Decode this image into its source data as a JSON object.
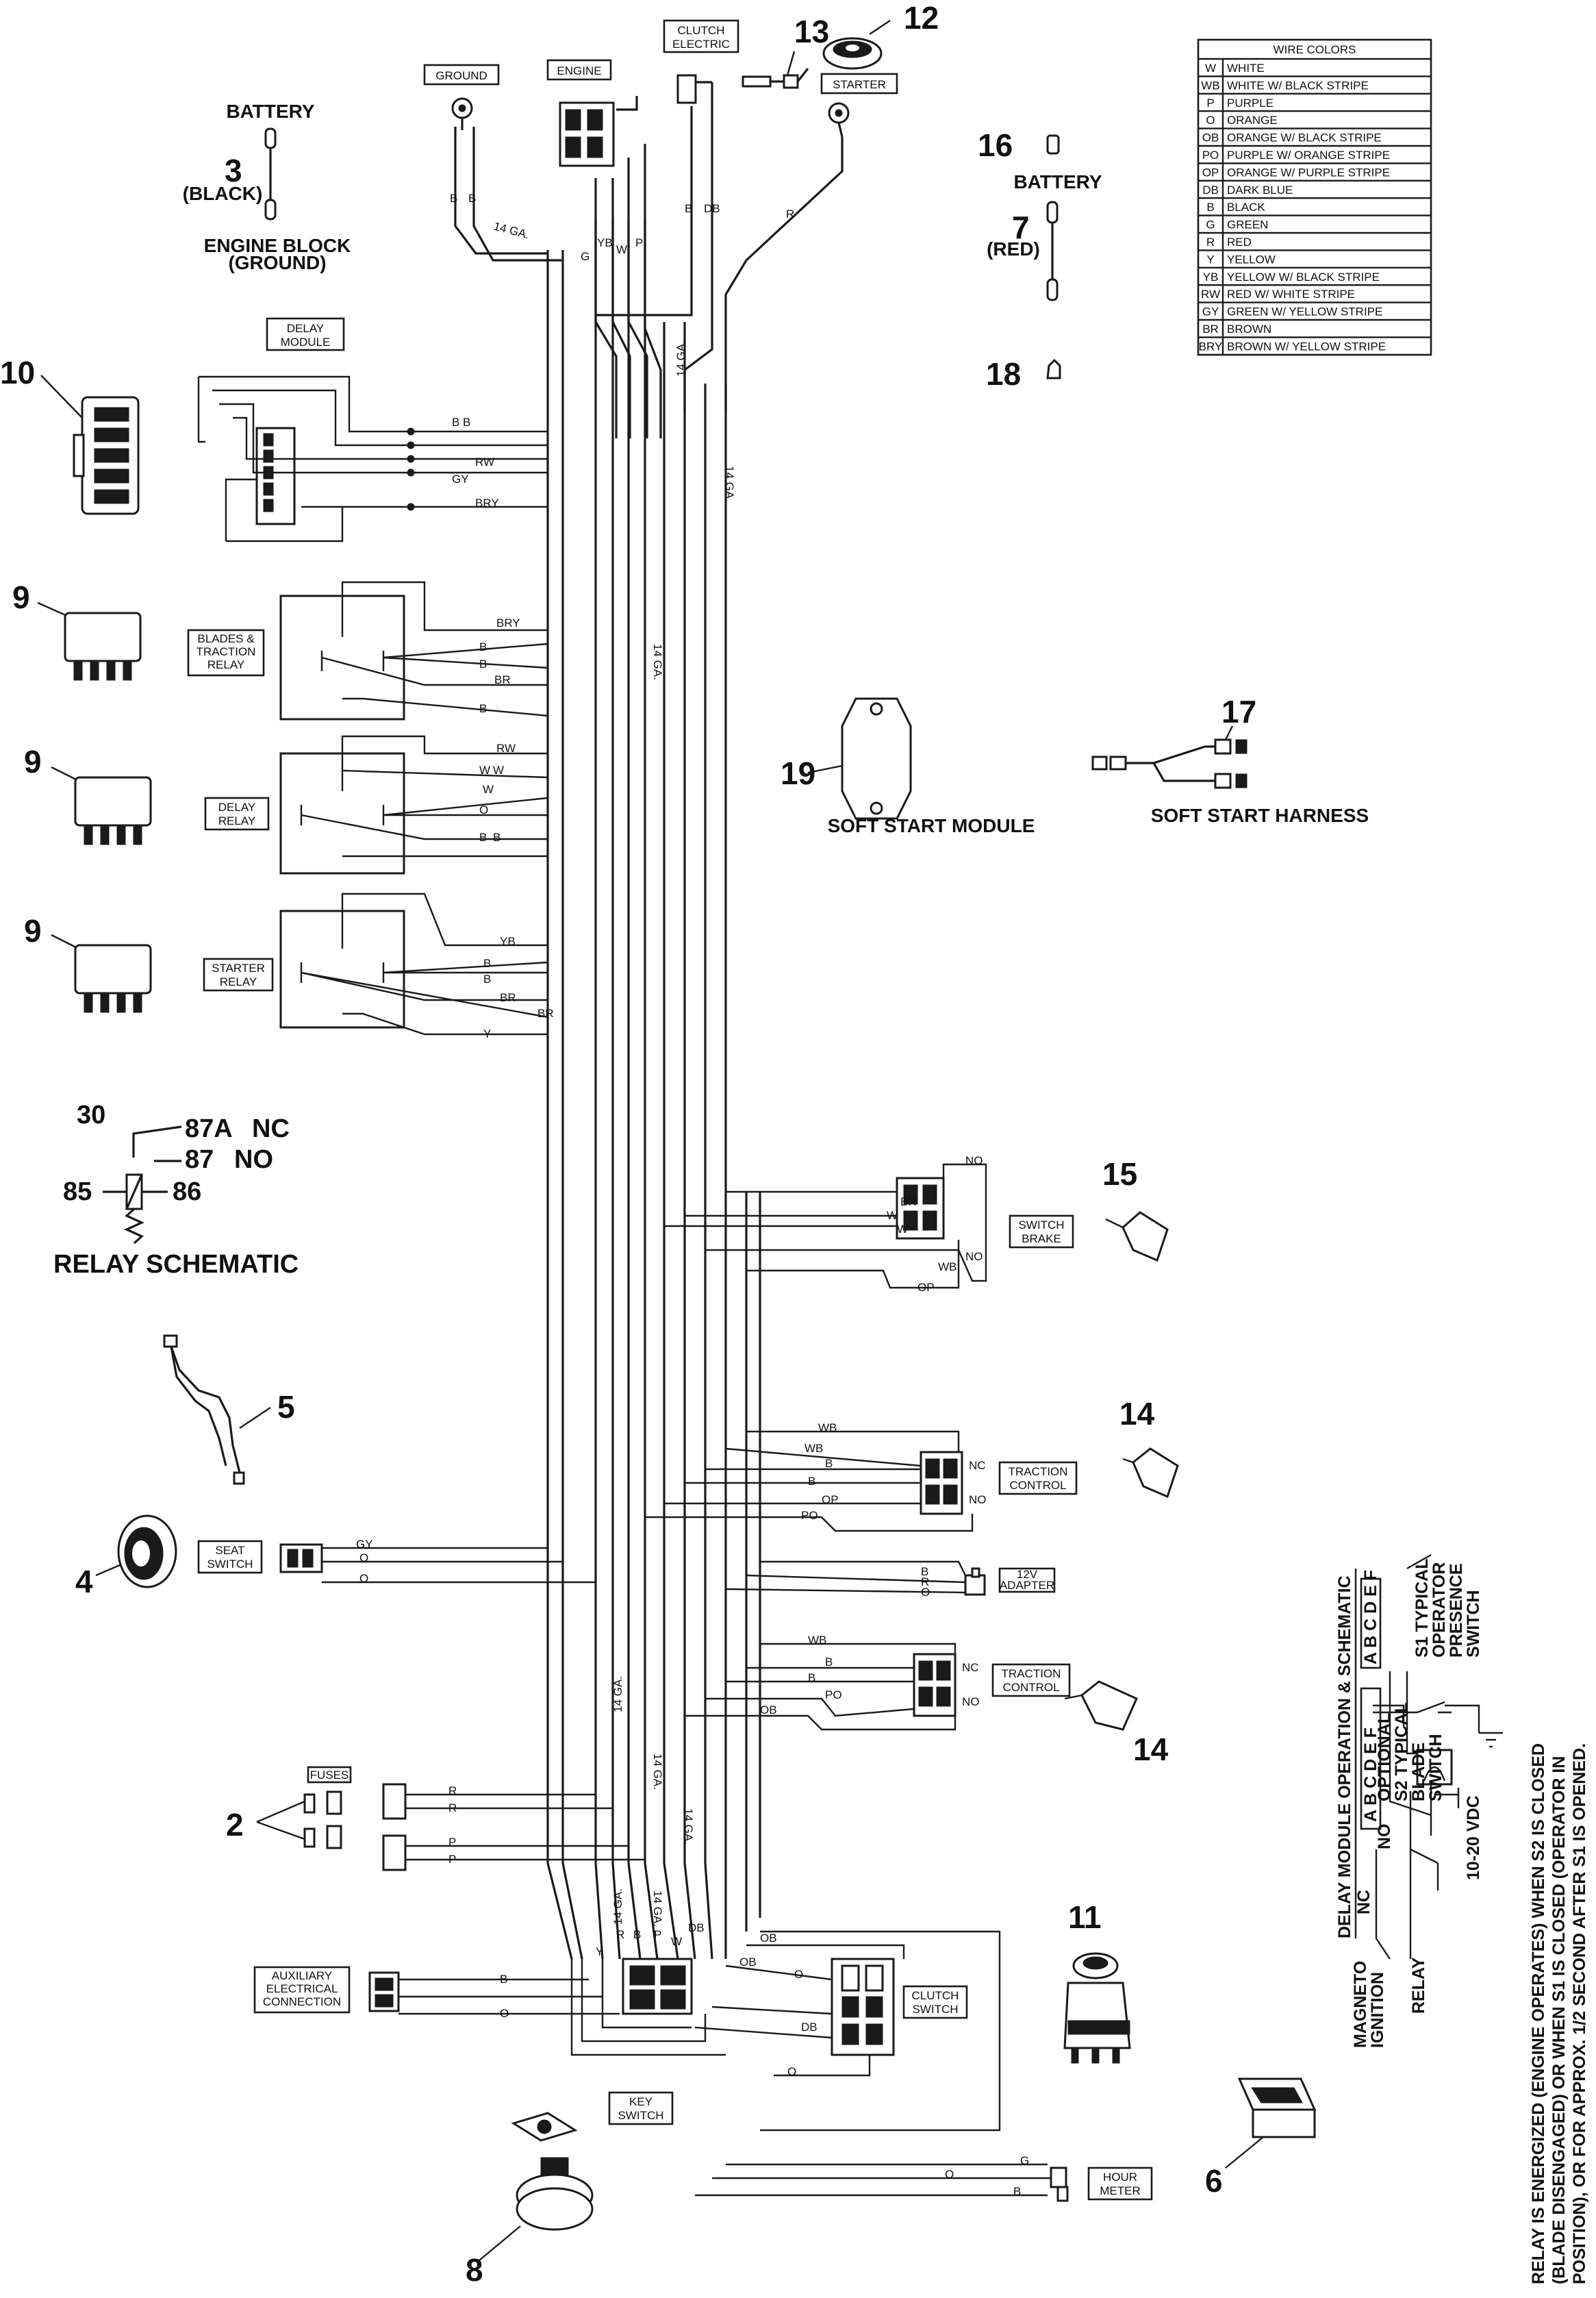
{
  "labels": {
    "ground": "GROUND",
    "engine": "ENGINE",
    "clutch_electric": [
      "CLUTCH",
      "ELECTRIC"
    ],
    "starter": "STARTER",
    "delay_module": [
      "DELAY",
      "MODULE"
    ],
    "blades_traction_relay": [
      "BLADES &",
      "TRACTION",
      "RELAY"
    ],
    "delay_relay": [
      "DELAY",
      "RELAY"
    ],
    "starter_relay": [
      "STARTER",
      "RELAY"
    ],
    "switch_brake": [
      "SWITCH",
      "BRAKE"
    ],
    "traction_control": [
      "TRACTION",
      "CONTROL"
    ],
    "adapter_12v": [
      "12V",
      "ADAPTER"
    ],
    "seat_switch": [
      "SEAT",
      "SWITCH"
    ],
    "fuses": "FUSES",
    "auxiliary": [
      "AUXILIARY",
      "ELECTRICAL",
      "CONNECTION"
    ],
    "clutch_switch": [
      "CLUTCH",
      "SWITCH"
    ],
    "key_switch": [
      "KEY",
      "SWITCH"
    ],
    "hour_meter": [
      "HOUR",
      "METER"
    ]
  },
  "captions": {
    "battery_top": "BATTERY",
    "black": "(BLACK)",
    "engine_block": [
      "ENGINE BLOCK",
      "(GROUND)"
    ],
    "battery_right": "BATTERY",
    "red": "(RED)",
    "soft_start_module": "SOFT START MODULE",
    "soft_start_harness": "SOFT START HARNESS",
    "relay_schematic": "RELAY SCHEMATIC"
  },
  "numbers": {
    "n2": "2",
    "n3": "3",
    "n4": "4",
    "n5": "5",
    "n6": "6",
    "n7": "7",
    "n8": "8",
    "n9a": "9",
    "n9b": "9",
    "n9c": "9",
    "n10": "10",
    "n11": "11",
    "n12": "12",
    "n13": "13",
    "n14a": "14",
    "n14b": "14",
    "n15": "15",
    "n16": "16",
    "n17": "17",
    "n18": "18",
    "n19": "19"
  },
  "relay_schematic": {
    "pin30": "30",
    "pin87a": "87A",
    "nc": "NC",
    "pin87": "87",
    "no": "NO",
    "pin85": "85",
    "pin86": "86"
  },
  "wire_colors": {
    "title": "WIRE COLORS",
    "rows": [
      {
        "code": "W",
        "name": "WHITE"
      },
      {
        "code": "WB",
        "name": "WHITE W/ BLACK STRIPE"
      },
      {
        "code": "P",
        "name": "PURPLE"
      },
      {
        "code": "O",
        "name": "ORANGE"
      },
      {
        "code": "OB",
        "name": "ORANGE W/ BLACK STRIPE"
      },
      {
        "code": "PO",
        "name": "PURPLE W/ ORANGE STRIPE"
      },
      {
        "code": "OP",
        "name": "ORANGE W/ PURPLE STRIPE"
      },
      {
        "code": "DB",
        "name": "DARK BLUE"
      },
      {
        "code": "B",
        "name": "BLACK"
      },
      {
        "code": "G",
        "name": "GREEN"
      },
      {
        "code": "R",
        "name": "RED"
      },
      {
        "code": "Y",
        "name": "YELLOW"
      },
      {
        "code": "YB",
        "name": "YELLOW W/ BLACK STRIPE"
      },
      {
        "code": "RW",
        "name": "RED W/ WHITE STRIPE"
      },
      {
        "code": "GY",
        "name": "GREEN W/ YELLOW STRIPE"
      },
      {
        "code": "BR",
        "name": "BROWN"
      },
      {
        "code": "BRY",
        "name": "BROWN W/ YELLOW STRIPE"
      }
    ]
  },
  "delay_module_schematic": {
    "title": "DELAY MODULE OPERATION & SCHEMATIC",
    "pins_top": "A B C D E F",
    "pins_bottom": "A B C D E F",
    "s1": [
      "S1 TYPICAL",
      "OPERATOR",
      "PRESENCE",
      "SWITCH"
    ],
    "s2": [
      "OPTIONAL",
      "S2 TYPICAL",
      "BLADE",
      "SWITCH"
    ],
    "vdc": "10-20 VDC",
    "no": "NO",
    "nc": "NC",
    "magneto": [
      "MAGNETO",
      "IGNITION"
    ],
    "relay": "RELAY",
    "note": [
      "RELAY IS ENERGIZED (ENGINE OPERATES) WHEN S2 IS CLOSED",
      "(BLADE DISENGAGED) OR WHEN S1 IS CLOSED (OPERATOR IN",
      "POSITION), OR FOR APPROX. 1/2 SECOND AFTER S1 IS OPENED."
    ]
  },
  "wire_labels": {
    "gauge": "14 GA.",
    "B": "B",
    "G": "G",
    "YB": "YB",
    "W": "W",
    "P": "P",
    "DB": "DB",
    "R": "R",
    "RW": "RW",
    "GY": "GY",
    "BRY": "BRY",
    "BR": "BR",
    "O": "O",
    "Y": "Y",
    "WB": "WB",
    "OP": "OP",
    "PO": "PO",
    "OB": "OB",
    "NC": "NC",
    "NO": "NO"
  }
}
